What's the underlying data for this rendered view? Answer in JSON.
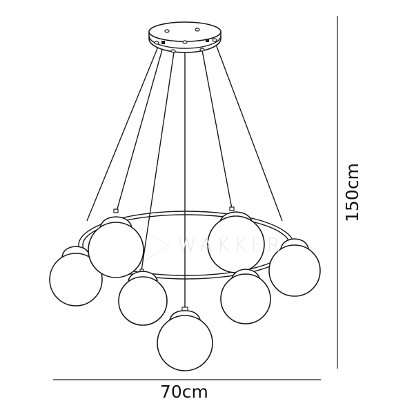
{
  "diagram": {
    "subject": "Pendant chandelier with 7 globe shades on a suspended ring",
    "dimensions": {
      "width_label": "70cm",
      "height_label": "150cm"
    },
    "watermark": "WAKKER",
    "colors": {
      "line": "#1a1a1a",
      "background": "#ffffff",
      "watermark": "#e9e9e9"
    },
    "components": {
      "canopy": {
        "count": 1
      },
      "suspension_wires": {
        "count": 6
      },
      "ring": {
        "count": 1
      },
      "globes": {
        "count": 7
      }
    }
  }
}
